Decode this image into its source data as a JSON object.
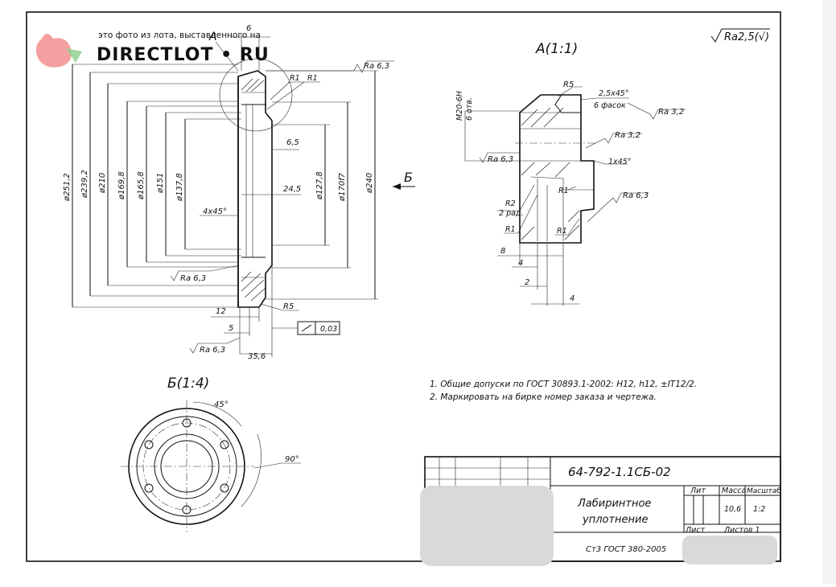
{
  "watermark": {
    "caption": "это фото из лота, выставленного на",
    "brand": "DIRECTLOT • RU",
    "colors": {
      "brand": "#b9bcc2",
      "logo": "#f08080",
      "logo_leaf": "#8fd18f"
    }
  },
  "roughness": {
    "general": "Ra2,5(√)",
    "items": [
      "Ra 6,3",
      "Ra 6,3",
      "Ra 6,3",
      "Ra 6,3",
      "Ra 3,2",
      "Ra 3,2",
      "Ra 6,3"
    ]
  },
  "views": {
    "section_mark": "А",
    "arrow_mark": "Б",
    "detail_a_title": "А(1:1)",
    "view_b_title": "Б(1:4)"
  },
  "main_dims": {
    "diameters": [
      "ø251,2",
      "ø239,2",
      "ø210",
      "ø169,8",
      "ø165,8",
      "ø151",
      "ø137,8",
      "ø127,8",
      "ø170f7",
      "ø240"
    ],
    "top_width": "6",
    "r1_a": "R1",
    "r1_b": "R1",
    "d65": "6,5",
    "d245": "24,5",
    "chamfer": "4x45°",
    "r5": "R5",
    "d12": "12",
    "d5": "5",
    "d356": "35,6",
    "runout": "0,03"
  },
  "detail_dims": {
    "thread": "M20-6H",
    "thread_count": "6 отв.",
    "r5": "R5",
    "chamfer": "2,5x45°",
    "chamfer_count": "6 фасок",
    "small_chamfer": "1x45°",
    "r2": "R2",
    "r2_count": "2 рад.",
    "r1": "R1",
    "r1_b": "R1",
    "r1_c": "R1",
    "d8": "8",
    "d4": "4",
    "d2": "2",
    "d4b": "4"
  },
  "view_b_dims": {
    "angle_45": "45°",
    "angle_90": "90°"
  },
  "notes": [
    "1. Общие допуски по ГОСТ 30893.1-2002: H12, h12, ±IT12/2.",
    "2. Маркировать на бирке номер заказа и чертежа."
  ],
  "title_block": {
    "designation": "64-792-1.1СБ-02",
    "name_line1": "Лабиринтное",
    "name_line2": "уплотнение",
    "material": "Ст3 ГОСТ 380-2005",
    "lit_label": "Лит",
    "mass_label": "Масса",
    "scale_label": "Масштаб",
    "mass_value": "10,6",
    "scale_value": "1:2",
    "sheet_label": "Лист",
    "sheets_label": "Листов 1"
  }
}
